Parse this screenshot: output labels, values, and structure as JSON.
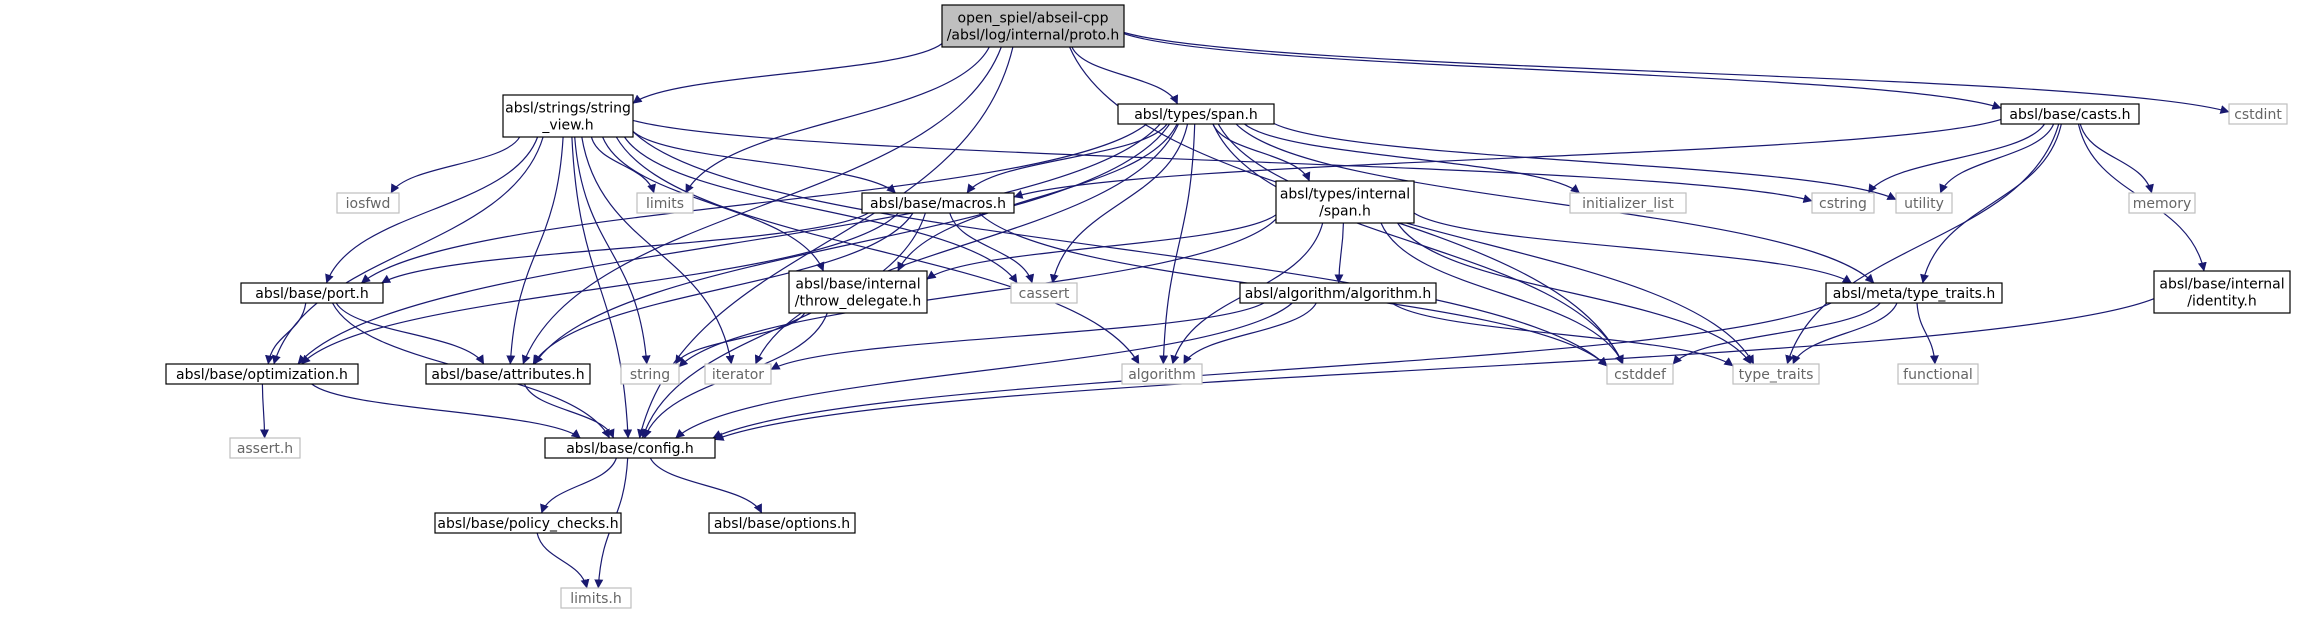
{
  "colors": {
    "edge": "#191970",
    "node_border": "#000000",
    "external_border": "#bfbfbf",
    "root_fill": "#bfbfbf",
    "node_fill": "#ffffff"
  },
  "nodes": {
    "root": {
      "lines": [
        "open_spiel/abseil-cpp",
        "/absl/log/internal/proto.h"
      ],
      "kind": "root"
    },
    "string_view": {
      "lines": [
        "absl/strings/string",
        "_view.h"
      ],
      "kind": "file"
    },
    "span": {
      "lines": [
        "absl/types/span.h"
      ],
      "kind": "file"
    },
    "casts": {
      "lines": [
        "absl/base/casts.h"
      ],
      "kind": "file"
    },
    "cstdint": {
      "lines": [
        "cstdint"
      ],
      "kind": "external"
    },
    "iosfwd": {
      "lines": [
        "iosfwd"
      ],
      "kind": "external"
    },
    "limits": {
      "lines": [
        "limits"
      ],
      "kind": "external"
    },
    "macros": {
      "lines": [
        "absl/base/macros.h"
      ],
      "kind": "file"
    },
    "internal_span": {
      "lines": [
        "absl/types/internal",
        "/span.h"
      ],
      "kind": "file"
    },
    "initializer_list": {
      "lines": [
        "initializer_list"
      ],
      "kind": "external"
    },
    "cstring": {
      "lines": [
        "cstring"
      ],
      "kind": "external"
    },
    "utility": {
      "lines": [
        "utility"
      ],
      "kind": "external"
    },
    "memory": {
      "lines": [
        "memory"
      ],
      "kind": "external"
    },
    "port": {
      "lines": [
        "absl/base/port.h"
      ],
      "kind": "file"
    },
    "throw_delegate": {
      "lines": [
        "absl/base/internal",
        "/throw_delegate.h"
      ],
      "kind": "file"
    },
    "cassert": {
      "lines": [
        "cassert"
      ],
      "kind": "external"
    },
    "algorithm_h": {
      "lines": [
        "absl/algorithm/algorithm.h"
      ],
      "kind": "file"
    },
    "type_traits_h": {
      "lines": [
        "absl/meta/type_traits.h"
      ],
      "kind": "file"
    },
    "identity": {
      "lines": [
        "absl/base/internal",
        "/identity.h"
      ],
      "kind": "file"
    },
    "optimization": {
      "lines": [
        "absl/base/optimization.h"
      ],
      "kind": "file"
    },
    "attributes": {
      "lines": [
        "absl/base/attributes.h"
      ],
      "kind": "file"
    },
    "string": {
      "lines": [
        "string"
      ],
      "kind": "external"
    },
    "iterator": {
      "lines": [
        "iterator"
      ],
      "kind": "external"
    },
    "algorithm": {
      "lines": [
        "algorithm"
      ],
      "kind": "external"
    },
    "cstddef": {
      "lines": [
        "cstddef"
      ],
      "kind": "external"
    },
    "type_traits": {
      "lines": [
        "type_traits"
      ],
      "kind": "external"
    },
    "functional": {
      "lines": [
        "functional"
      ],
      "kind": "external"
    },
    "assert_h": {
      "lines": [
        "assert.h"
      ],
      "kind": "external"
    },
    "config": {
      "lines": [
        "absl/base/config.h"
      ],
      "kind": "file"
    },
    "policy_checks": {
      "lines": [
        "absl/base/policy_checks.h"
      ],
      "kind": "file"
    },
    "options": {
      "lines": [
        "absl/base/options.h"
      ],
      "kind": "file"
    },
    "limits_h": {
      "lines": [
        "limits.h"
      ],
      "kind": "external"
    }
  },
  "edges": [
    [
      "root",
      "string_view"
    ],
    [
      "root",
      "span"
    ],
    [
      "root",
      "casts"
    ],
    [
      "root",
      "cstdint"
    ],
    [
      "root",
      "limits"
    ],
    [
      "root",
      "config"
    ],
    [
      "root",
      "attributes"
    ],
    [
      "root",
      "cstddef"
    ],
    [
      "string_view",
      "iosfwd"
    ],
    [
      "string_view",
      "limits"
    ],
    [
      "string_view",
      "macros"
    ],
    [
      "string_view",
      "cstring"
    ],
    [
      "string_view",
      "port"
    ],
    [
      "string_view",
      "throw_delegate"
    ],
    [
      "string_view",
      "cassert"
    ],
    [
      "string_view",
      "optimization"
    ],
    [
      "string_view",
      "attributes"
    ],
    [
      "string_view",
      "string"
    ],
    [
      "string_view",
      "iterator"
    ],
    [
      "string_view",
      "algorithm"
    ],
    [
      "string_view",
      "cstddef"
    ],
    [
      "string_view",
      "config"
    ],
    [
      "span",
      "macros"
    ],
    [
      "span",
      "internal_span"
    ],
    [
      "span",
      "initializer_list"
    ],
    [
      "span",
      "utility"
    ],
    [
      "span",
      "port"
    ],
    [
      "span",
      "throw_delegate"
    ],
    [
      "span",
      "cassert"
    ],
    [
      "span",
      "optimization"
    ],
    [
      "span",
      "attributes"
    ],
    [
      "span",
      "algorithm"
    ],
    [
      "span",
      "cstddef"
    ],
    [
      "span",
      "type_traits"
    ],
    [
      "span",
      "type_traits_h"
    ],
    [
      "span",
      "iterator"
    ],
    [
      "casts",
      "macros"
    ],
    [
      "casts",
      "cstring"
    ],
    [
      "casts",
      "utility"
    ],
    [
      "casts",
      "memory"
    ],
    [
      "casts",
      "type_traits_h"
    ],
    [
      "casts",
      "identity"
    ],
    [
      "casts",
      "type_traits"
    ],
    [
      "macros",
      "port"
    ],
    [
      "macros",
      "cassert"
    ],
    [
      "macros",
      "optimization"
    ],
    [
      "macros",
      "attributes"
    ],
    [
      "macros",
      "config"
    ],
    [
      "macros",
      "cstddef"
    ],
    [
      "internal_span",
      "throw_delegate"
    ],
    [
      "internal_span",
      "algorithm_h"
    ],
    [
      "internal_span",
      "type_traits_h"
    ],
    [
      "internal_span",
      "string"
    ],
    [
      "internal_span",
      "algorithm"
    ],
    [
      "internal_span",
      "cstddef"
    ],
    [
      "internal_span",
      "type_traits"
    ],
    [
      "port",
      "optimization"
    ],
    [
      "port",
      "attributes"
    ],
    [
      "port",
      "config"
    ],
    [
      "throw_delegate",
      "string"
    ],
    [
      "throw_delegate",
      "config"
    ],
    [
      "algorithm_h",
      "iterator"
    ],
    [
      "algorithm_h",
      "algorithm"
    ],
    [
      "algorithm_h",
      "type_traits"
    ],
    [
      "algorithm_h",
      "config"
    ],
    [
      "type_traits_h",
      "cstddef"
    ],
    [
      "type_traits_h",
      "type_traits"
    ],
    [
      "type_traits_h",
      "functional"
    ],
    [
      "type_traits_h",
      "config"
    ],
    [
      "identity",
      "config"
    ],
    [
      "optimization",
      "assert_h"
    ],
    [
      "optimization",
      "config"
    ],
    [
      "attributes",
      "config"
    ],
    [
      "config",
      "policy_checks"
    ],
    [
      "config",
      "options"
    ],
    [
      "config",
      "limits_h"
    ],
    [
      "policy_checks",
      "limits_h"
    ]
  ]
}
